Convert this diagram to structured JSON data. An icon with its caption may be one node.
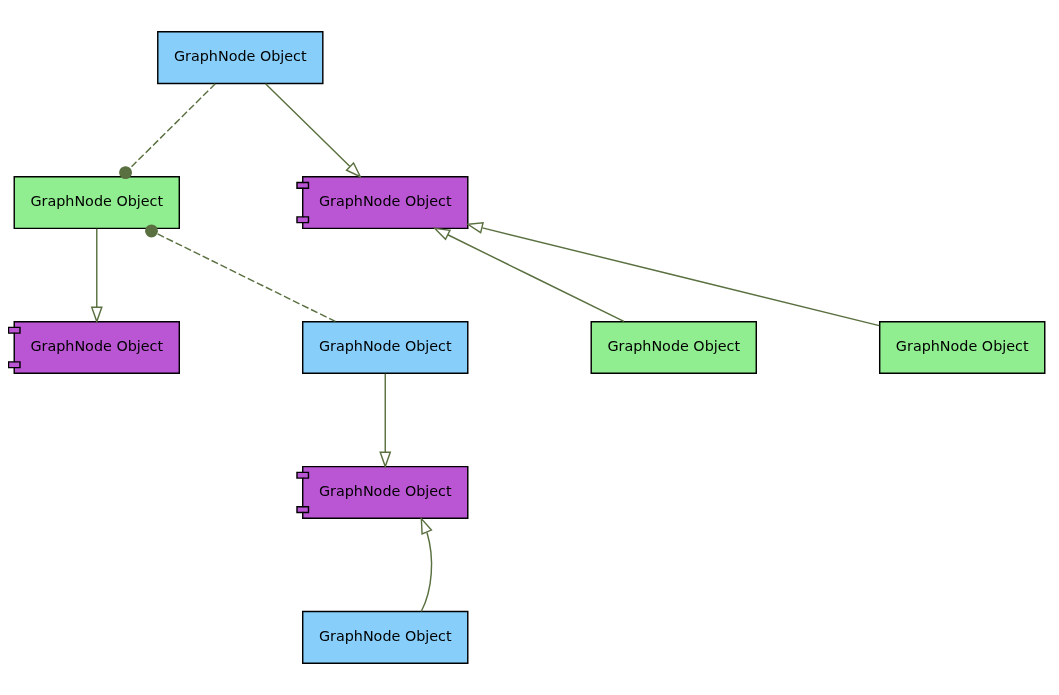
{
  "diagram": {
    "nodes": [
      {
        "text": [
          "GraphNode Object"
        ]
      },
      {
        "text": [
          "GraphNode Object"
        ]
      },
      {
        "text": [
          "GraphNode Object"
        ]
      },
      {
        "text": [
          "GraphNode Object"
        ]
      },
      {
        "text": [
          "GraphNode Object"
        ]
      },
      {
        "text": [
          "GraphNode Object"
        ]
      },
      {
        "text": [
          "GraphNode Object"
        ]
      },
      {
        "text": [
          "GraphNode Object"
        ]
      },
      {
        "text": [
          "GraphNode Object"
        ]
      }
    ],
    "edges": [
      {
        "from": 0,
        "to": 2,
        "arrow": "to"
      },
      {
        "from": 0,
        "to": 1,
        "arrow": "other",
        "style": "dashed"
      },
      {
        "from": 1,
        "to": 3,
        "arrow": "to"
      },
      {
        "from": 4,
        "to": 1,
        "arrow": "other",
        "style": "dashed"
      },
      {
        "from": 5,
        "to": 2,
        "arrow": "to"
      },
      {
        "from": 6,
        "to": 2,
        "arrow": "to"
      },
      {
        "from": 4,
        "to": 7,
        "arrow": "to"
      },
      {
        "from": 8,
        "to": 7,
        "arrow": "to"
      }
    ]
  }
}
